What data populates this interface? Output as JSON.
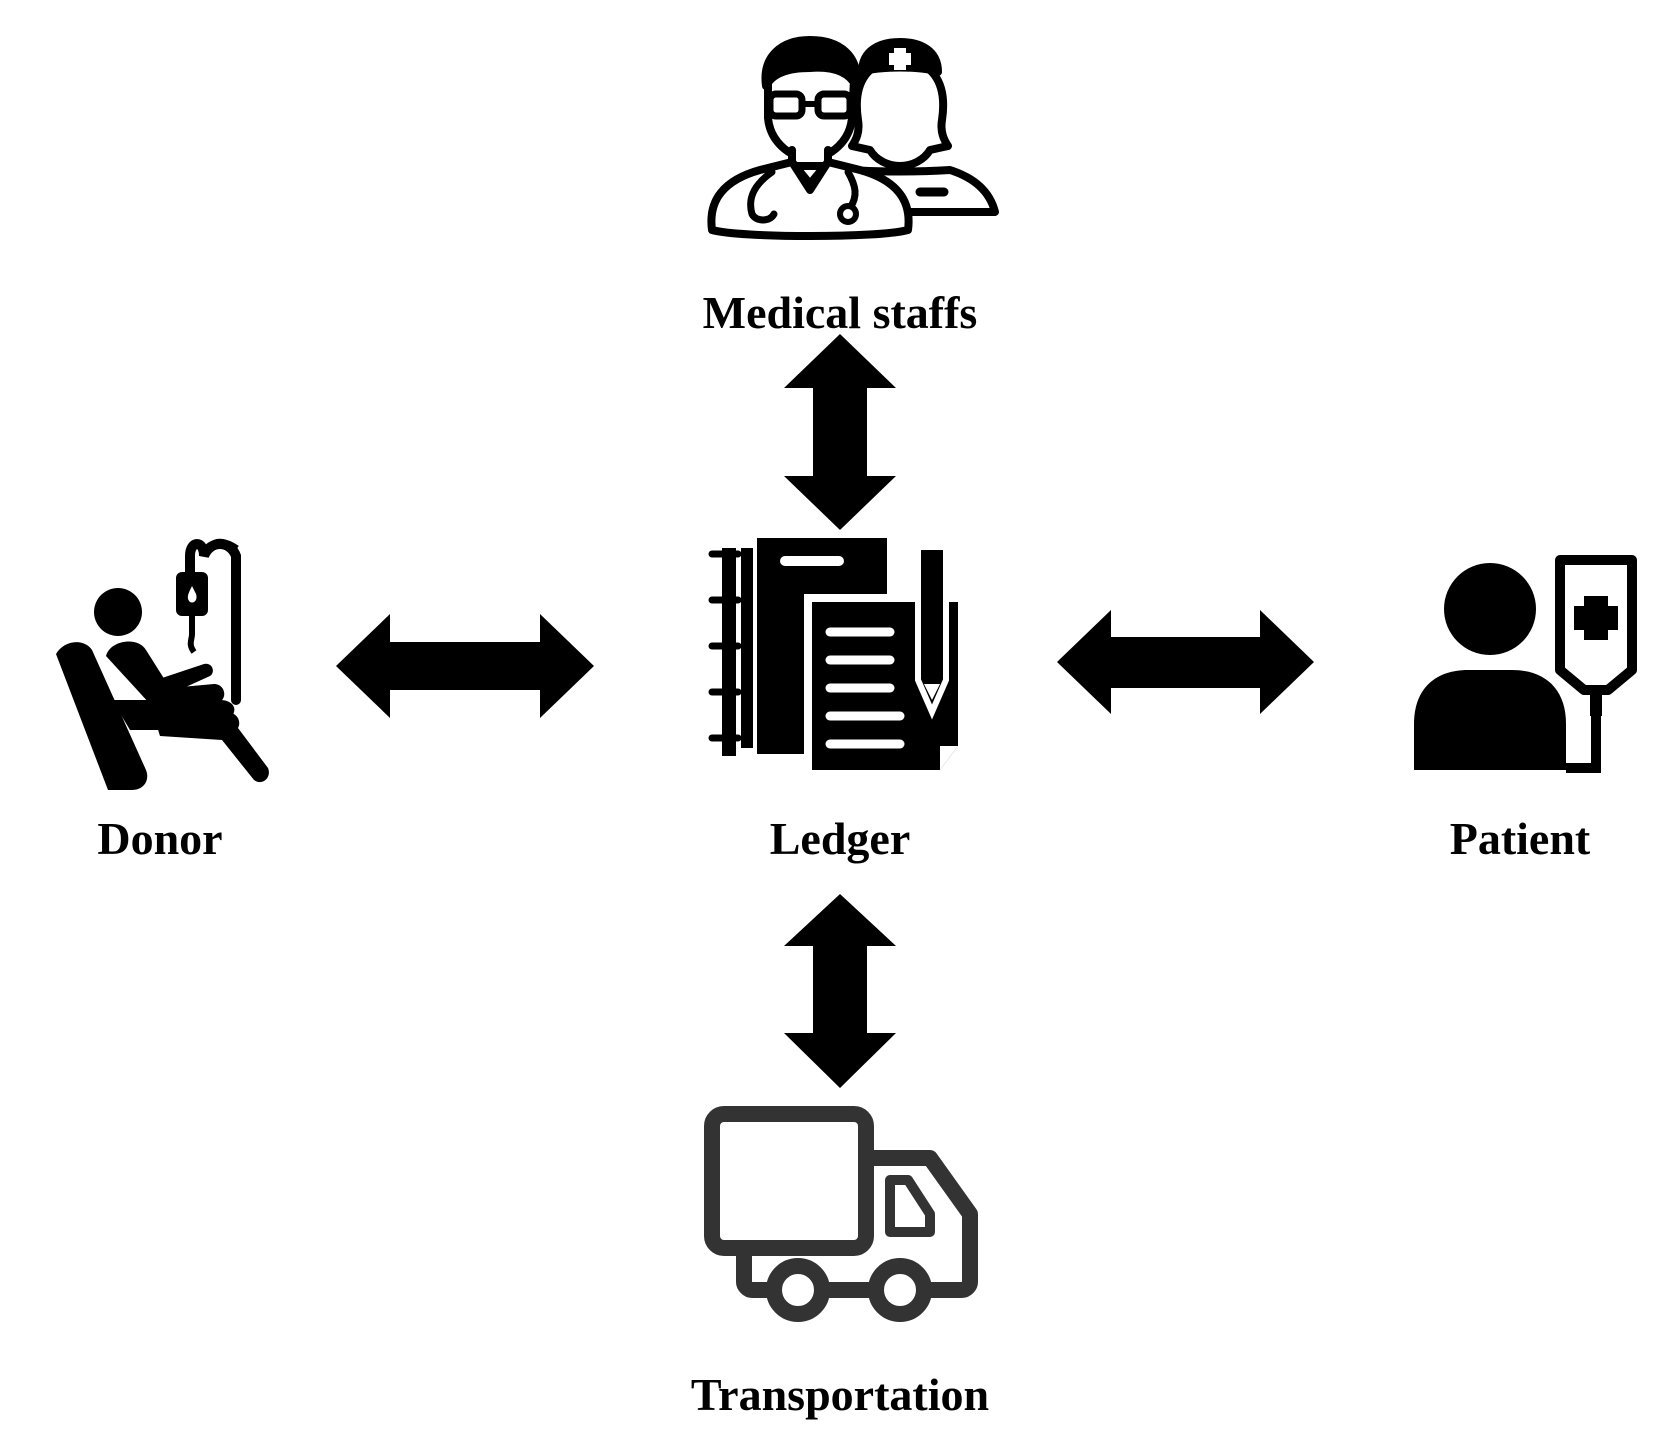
{
  "nodes": {
    "medical_staffs": {
      "label": "Medical staffs",
      "icon": "doctor-nurse-icon"
    },
    "donor": {
      "label": "Donor",
      "icon": "blood-donor-chair-icon"
    },
    "ledger": {
      "label": "Ledger",
      "icon": "ledger-documents-icon"
    },
    "patient": {
      "label": "Patient",
      "icon": "patient-iv-bag-icon"
    },
    "transportation": {
      "label": "Transportation",
      "icon": "delivery-truck-icon"
    }
  },
  "edges": [
    {
      "from": "ledger",
      "to": "medical_staffs",
      "type": "bidirectional"
    },
    {
      "from": "ledger",
      "to": "donor",
      "type": "bidirectional"
    },
    {
      "from": "ledger",
      "to": "patient",
      "type": "bidirectional"
    },
    {
      "from": "ledger",
      "to": "transportation",
      "type": "bidirectional"
    }
  ],
  "colors": {
    "foreground": "#000000",
    "truck_stroke": "#333333",
    "background": "#ffffff"
  }
}
